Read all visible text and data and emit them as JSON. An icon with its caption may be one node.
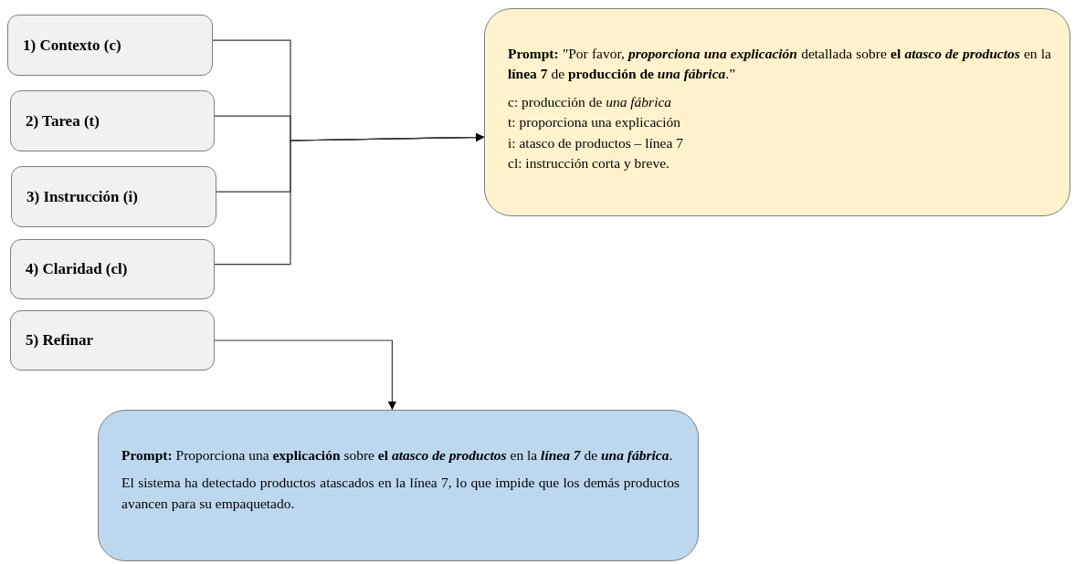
{
  "diagram": {
    "nodes": [
      {
        "text": [
          "1) Contexto (c)"
        ]
      },
      {
        "text": [
          "2) Tarea (t)"
        ]
      },
      {
        "text": [
          "3) Instrucción (i)"
        ]
      },
      {
        "text": [
          "4) Claridad (cl)"
        ]
      },
      {
        "text": [
          "5) Refinar"
        ]
      },
      {
        "text": [
          "**Prompt:** \"Por favor, *proporciona una explicación* detallada sobre **el** *atasco de productos* en la **línea 7** de **producción de** *una fábrica*.”",
          "c: producción de *una fábrica*",
          "t: proporciona una explicación",
          "i: atasco de productos – línea 7",
          "cl: instrucción corta y breve."
        ]
      },
      {
        "text": [
          "**Prompt:** Proporciona una **explicación** sobre **el** *atasco de productos* en la *línea 7* de *una fábrica*.",
          "El sistema ha detectado productos atascados en la línea 7, lo que impide que los demás productos avancen para su empaquetado."
        ]
      }
    ],
    "edges": [
      {
        "from": 0,
        "to": 5,
        "arrow": "to"
      },
      {
        "from": 1,
        "to": 5,
        "arrow": "to"
      },
      {
        "from": 2,
        "to": 5,
        "arrow": "to"
      },
      {
        "from": 3,
        "to": 5,
        "arrow": "to"
      },
      {
        "from": 4,
        "to": 6,
        "arrow": "to"
      }
    ]
  }
}
